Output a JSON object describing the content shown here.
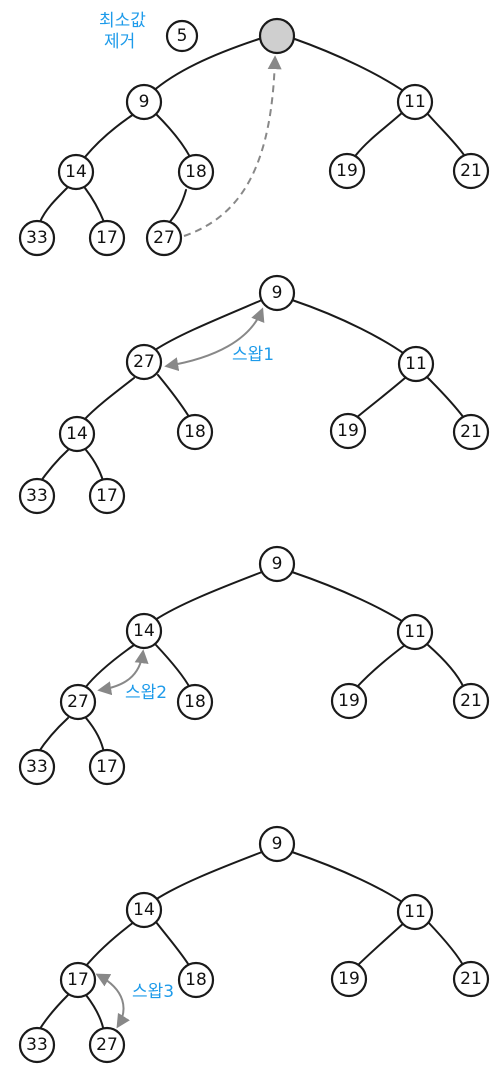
{
  "colors": {
    "annotation": "#1e9bea",
    "arrow": "#888888",
    "empty_node_fill": "#cfcfcf",
    "stroke": "#1a1a1a"
  },
  "annotations": {
    "remove_min": "최소값 제거",
    "removed_value": "5",
    "swap1": "스왑1",
    "swap2": "스왑2",
    "swap3": "스왑3"
  },
  "stages": [
    {
      "name": "remove-min",
      "nodes": [
        {
          "id": "root",
          "label": ""
        },
        {
          "id": "n1",
          "label": "9"
        },
        {
          "id": "n2",
          "label": "11"
        },
        {
          "id": "n3",
          "label": "14"
        },
        {
          "id": "n4",
          "label": "18"
        },
        {
          "id": "n5",
          "label": "19"
        },
        {
          "id": "n6",
          "label": "21"
        },
        {
          "id": "n7",
          "label": "33"
        },
        {
          "id": "n8",
          "label": "17"
        },
        {
          "id": "n9",
          "label": "27"
        }
      ]
    },
    {
      "name": "swap-1",
      "nodes": [
        {
          "id": "root",
          "label": "9"
        },
        {
          "id": "n1",
          "label": "27"
        },
        {
          "id": "n2",
          "label": "11"
        },
        {
          "id": "n3",
          "label": "14"
        },
        {
          "id": "n4",
          "label": "18"
        },
        {
          "id": "n5",
          "label": "19"
        },
        {
          "id": "n6",
          "label": "21"
        },
        {
          "id": "n7",
          "label": "33"
        },
        {
          "id": "n8",
          "label": "17"
        }
      ]
    },
    {
      "name": "swap-2",
      "nodes": [
        {
          "id": "root",
          "label": "9"
        },
        {
          "id": "n1",
          "label": "14"
        },
        {
          "id": "n2",
          "label": "11"
        },
        {
          "id": "n3",
          "label": "27"
        },
        {
          "id": "n4",
          "label": "18"
        },
        {
          "id": "n5",
          "label": "19"
        },
        {
          "id": "n6",
          "label": "21"
        },
        {
          "id": "n7",
          "label": "33"
        },
        {
          "id": "n8",
          "label": "17"
        }
      ]
    },
    {
      "name": "swap-3",
      "nodes": [
        {
          "id": "root",
          "label": "9"
        },
        {
          "id": "n1",
          "label": "14"
        },
        {
          "id": "n2",
          "label": "11"
        },
        {
          "id": "n3",
          "label": "17"
        },
        {
          "id": "n4",
          "label": "18"
        },
        {
          "id": "n5",
          "label": "19"
        },
        {
          "id": "n6",
          "label": "21"
        },
        {
          "id": "n7",
          "label": "33"
        },
        {
          "id": "n8",
          "label": "27"
        }
      ]
    }
  ]
}
